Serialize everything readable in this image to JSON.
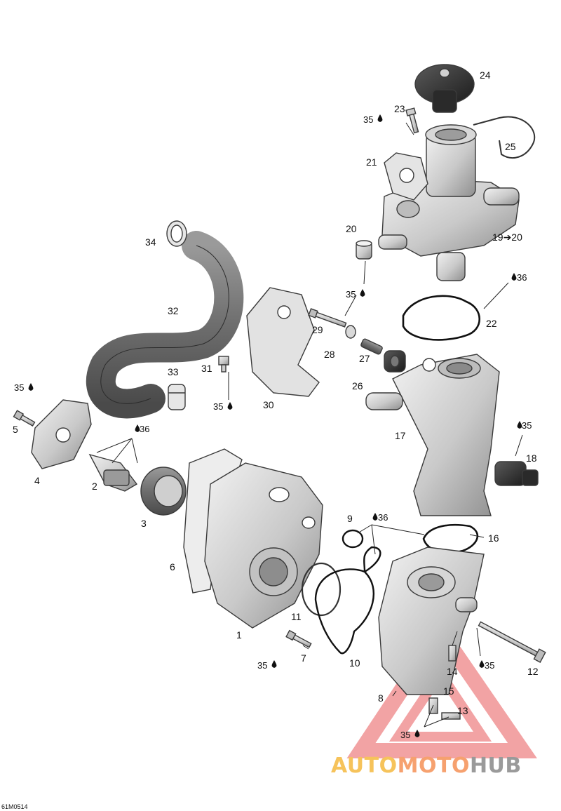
{
  "diagram": {
    "drawing_code": "61M0514",
    "watermark": {
      "part1": "AUTO",
      "part2": "MOTO",
      "part3": "HUB"
    },
    "callouts": [
      {
        "id": "c1",
        "text": "1"
      },
      {
        "id": "c2",
        "text": "2"
      },
      {
        "id": "c3",
        "text": "3"
      },
      {
        "id": "c4",
        "text": "4"
      },
      {
        "id": "c5",
        "text": "5"
      },
      {
        "id": "c6",
        "text": "6"
      },
      {
        "id": "c7",
        "text": "7"
      },
      {
        "id": "c8",
        "text": "8"
      },
      {
        "id": "c9",
        "text": "9"
      },
      {
        "id": "c10",
        "text": "10"
      },
      {
        "id": "c11",
        "text": "11"
      },
      {
        "id": "c12",
        "text": "12"
      },
      {
        "id": "c13",
        "text": "13"
      },
      {
        "id": "c14",
        "text": "14"
      },
      {
        "id": "c15",
        "text": "15"
      },
      {
        "id": "c16",
        "text": "16"
      },
      {
        "id": "c17",
        "text": "17"
      },
      {
        "id": "c18",
        "text": "18"
      },
      {
        "id": "c19",
        "text": "19➔20"
      },
      {
        "id": "c20",
        "text": "20"
      },
      {
        "id": "c21",
        "text": "21"
      },
      {
        "id": "c22",
        "text": "22"
      },
      {
        "id": "c23",
        "text": "23"
      },
      {
        "id": "c24",
        "text": "24"
      },
      {
        "id": "c25",
        "text": "25"
      },
      {
        "id": "c26",
        "text": "26"
      },
      {
        "id": "c27",
        "text": "27"
      },
      {
        "id": "c28",
        "text": "28"
      },
      {
        "id": "c29",
        "text": "29"
      },
      {
        "id": "c30",
        "text": "30"
      },
      {
        "id": "c31",
        "text": "31"
      },
      {
        "id": "c32",
        "text": "32"
      },
      {
        "id": "c33",
        "text": "33"
      },
      {
        "id": "c34",
        "text": "34"
      }
    ],
    "lubricant_refs": [
      {
        "id": "r1",
        "text": "35"
      },
      {
        "id": "r2",
        "text": "35"
      },
      {
        "id": "r3",
        "text": "35"
      },
      {
        "id": "r4",
        "text": "35"
      },
      {
        "id": "r5",
        "text": "35"
      },
      {
        "id": "r6",
        "text": "35"
      },
      {
        "id": "r7",
        "text": "35"
      },
      {
        "id": "r8",
        "text": "35"
      },
      {
        "id": "r9",
        "text": "36"
      },
      {
        "id": "r10",
        "text": "36"
      },
      {
        "id": "r11",
        "text": "36"
      },
      {
        "id": "r12",
        "text": "36"
      }
    ]
  }
}
